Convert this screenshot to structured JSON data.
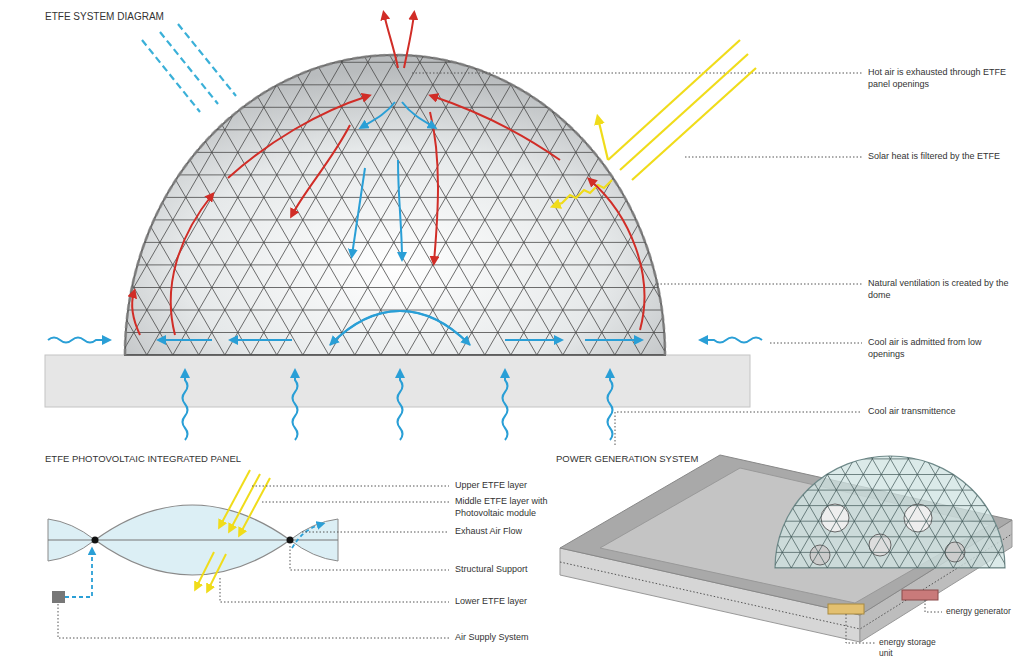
{
  "diagram": {
    "title": "ETFE SYSTEM DIAGRAM",
    "labels": [
      "Hot air is exhausted through ETFE panel openings",
      "Solar heat is filtered by the ETFE",
      "Natural ventilation is created by the dome",
      "Cool air is admitted from low openings",
      "Cool air transmittence",
      "ETFE PHOTOVOLTAIC INTEGRATED PANEL",
      "Upper ETFE layer",
      "Middle ETFE layer with Photovoltaic module",
      "Exhaust Air Flow",
      "Structural Support",
      "Lower ETFE layer",
      "Air Supply System",
      "POWER GENERATION SYSTEM",
      "energy generator",
      "energy storage unit"
    ]
  }
}
